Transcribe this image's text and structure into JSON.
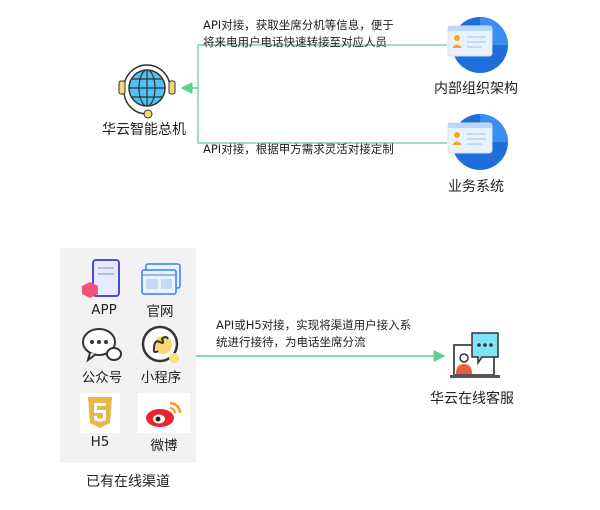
{
  "top": {
    "hub_label": "华云智能总机",
    "note_top_line1": "API对接，获取坐席分机等信息，便于",
    "note_top_line2": "将来电用户电话快速转接至对应人员",
    "note_bottom": "API对接，根据甲方需求灵活对接定制",
    "systems": [
      {
        "label": "内部组织架构",
        "icon": "id-card-icon"
      },
      {
        "label": "业务系统",
        "icon": "id-card-icon"
      }
    ]
  },
  "bottom": {
    "panel_label": "已有在线渠道",
    "channels": [
      {
        "label": "APP",
        "icon": "mobile-app-icon"
      },
      {
        "label": "官网",
        "icon": "website-icon"
      },
      {
        "label": "公众号",
        "icon": "wechat-icon"
      },
      {
        "label": "小程序",
        "icon": "mini-program-icon"
      },
      {
        "label": "H5",
        "icon": "html5-icon"
      },
      {
        "label": "微博",
        "icon": "weibo-icon"
      }
    ],
    "note_line1": "API或H5对接，实现将渠道用户接入系",
    "note_line2": "统进行接待，为电话坐席分流",
    "target_label": "华云在线客服"
  },
  "colors": {
    "connector": "#5fcf93",
    "icon_blue": "#1e6fd9",
    "panel_bg": "#f2f2f2"
  }
}
